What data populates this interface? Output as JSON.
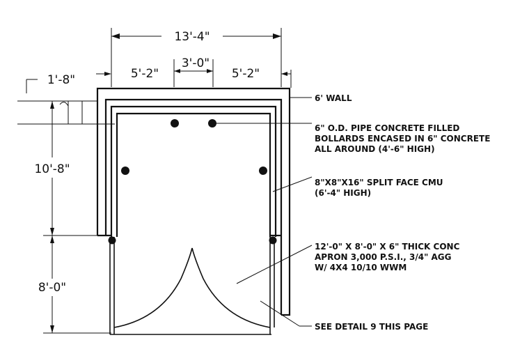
{
  "dimensions": {
    "overall_width": "13'-4\"",
    "left_offset": "1'-8\"",
    "left_span": "5'-2\"",
    "center_span": "3'-0\"",
    "right_span": "5'-2\"",
    "enclosure_depth": "10'-8\"",
    "apron_depth": "8'-0\""
  },
  "notes": {
    "wall": "6' WALL",
    "bollards_line1": "6\" O.D. PIPE CONCRETE FILLED",
    "bollards_line2": "BOLLARDS ENCASED IN 6\" CONCRETE",
    "bollards_line3": "ALL AROUND (4'-6\" HIGH)",
    "cmu_line1": "8\"X8\"X16\" SPLIT FACE CMU",
    "cmu_line2": "(6'-4\" HIGH)",
    "apron_line1": "12'-0\" X 8'-0\" X 6\" THICK CONC",
    "apron_line2": "APRON 3,000 P.S.I., 3/4\" AGG",
    "apron_line3": "W/ 4X4 10/10 WWM",
    "detail_ref": "SEE DETAIL 9 THIS PAGE"
  }
}
